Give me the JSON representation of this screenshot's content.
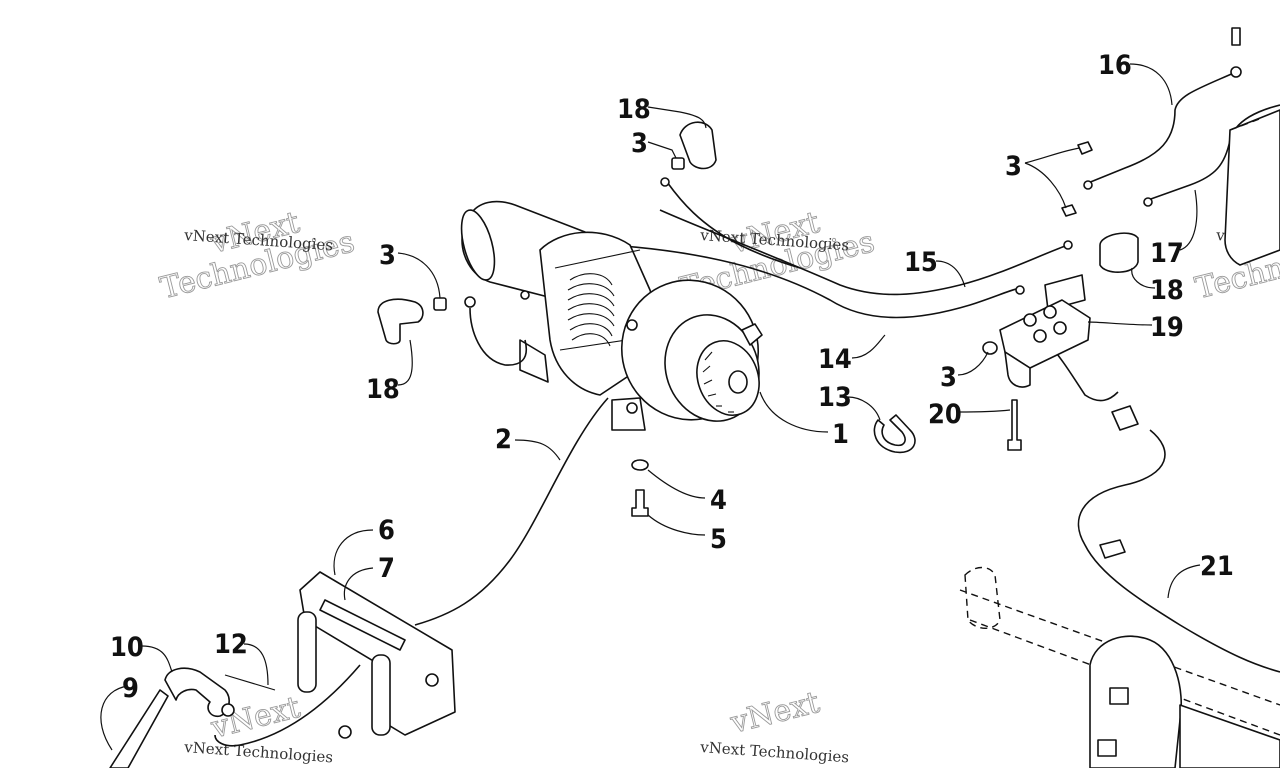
{
  "diagram": {
    "callouts": [
      {
        "id": "c18a",
        "label": "18"
      },
      {
        "id": "c3a",
        "label": "3"
      },
      {
        "id": "c3b",
        "label": "3"
      },
      {
        "id": "c18b",
        "label": "18"
      },
      {
        "id": "c2",
        "label": "2"
      },
      {
        "id": "c4",
        "label": "4"
      },
      {
        "id": "c5",
        "label": "5"
      },
      {
        "id": "c1",
        "label": "1"
      },
      {
        "id": "c13",
        "label": "13"
      },
      {
        "id": "c14",
        "label": "14"
      },
      {
        "id": "c15",
        "label": "15"
      },
      {
        "id": "c3c",
        "label": "3"
      },
      {
        "id": "c16",
        "label": "16"
      },
      {
        "id": "c17",
        "label": "17"
      },
      {
        "id": "c18c",
        "label": "18"
      },
      {
        "id": "c19",
        "label": "19"
      },
      {
        "id": "c3d",
        "label": "3"
      },
      {
        "id": "c20",
        "label": "20"
      },
      {
        "id": "c6",
        "label": "6"
      },
      {
        "id": "c7",
        "label": "7"
      },
      {
        "id": "c10",
        "label": "10"
      },
      {
        "id": "c9",
        "label": "9"
      },
      {
        "id": "c12",
        "label": "12"
      },
      {
        "id": "c21",
        "label": "21"
      }
    ],
    "watermark": {
      "brand_big": "vNext",
      "brand_line2": "Technologies",
      "brand_small": "vNext Technologies"
    }
  }
}
